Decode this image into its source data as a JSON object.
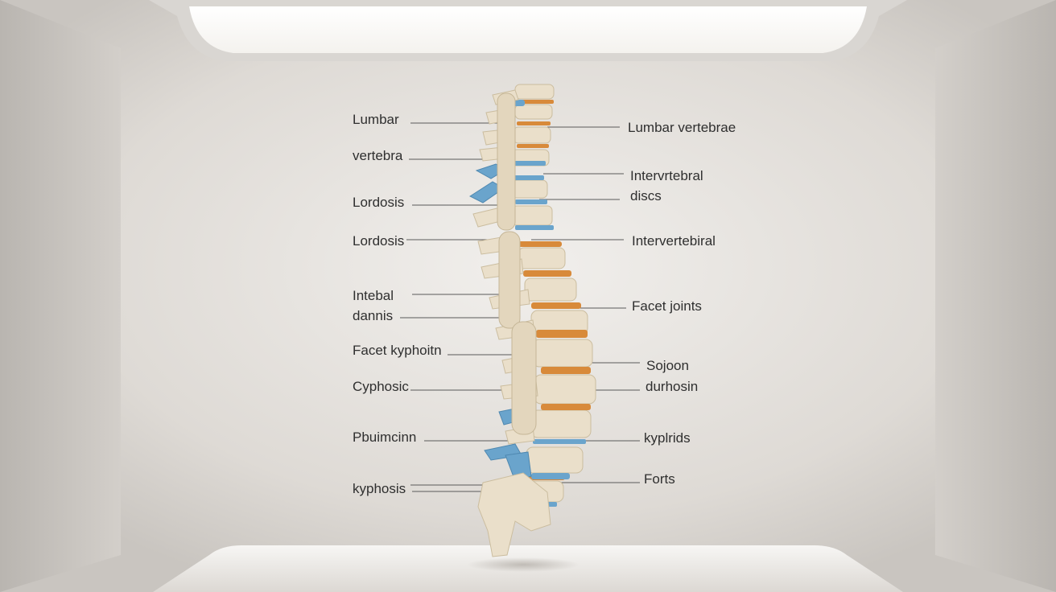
{
  "labels": {
    "left": [
      "Lumbar",
      "vertebra",
      "Lordosis",
      "Lordosis",
      "Intebal",
      "dannis",
      "Facet kyphoitn",
      "Cyphosic",
      "Pbuimcinn",
      "kyphosis"
    ],
    "right": [
      "Lumbar vertebrae",
      "Intervrtebral",
      "discs",
      "Intervertebiral",
      "Facet joints",
      "Sojoon",
      "durhosin",
      "kyplrids",
      "Forts"
    ]
  },
  "colors": {
    "wall": "#e6e3df",
    "bone": "#eadfca",
    "disc_orange": "#d88a3a",
    "disc_blue": "#6aa4cc",
    "leader_line": "#5a5a5a",
    "label_text": "#2f2f2f"
  },
  "icons": {
    "light": "ceiling-light-panel",
    "spine": "spine-model-icon"
  }
}
